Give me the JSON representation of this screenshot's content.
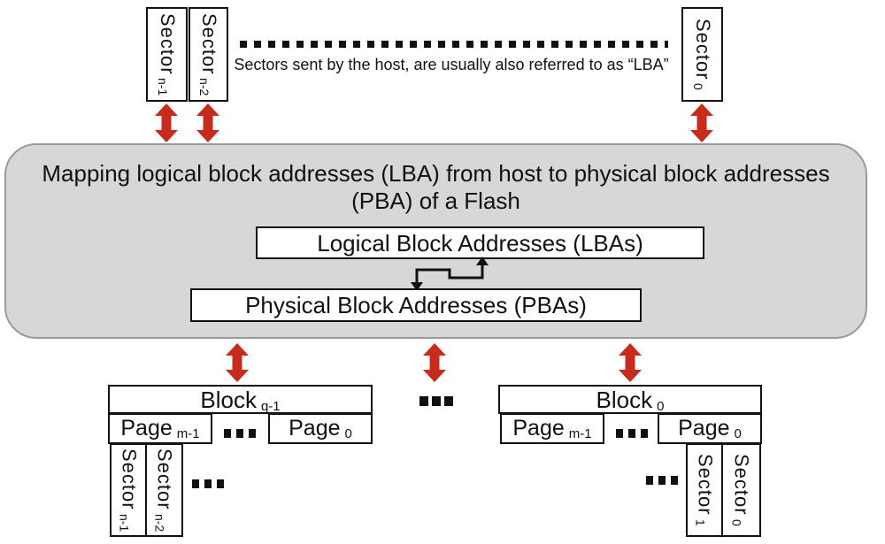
{
  "colors": {
    "red": "#c62b1c",
    "panel_fill": "#d7d7d7",
    "panel_border": "#9a9a9a",
    "ink": "#111111"
  },
  "host_row": {
    "sectors": [
      {
        "label": "Sector",
        "sub": "n-1"
      },
      {
        "label": "Sector",
        "sub": "n-2"
      },
      {
        "label": "Sector",
        "sub": "0"
      }
    ],
    "caption": "Sectors sent by the host, are usually also referred to as “LBA”"
  },
  "mapping_panel": {
    "title_line1": "Mapping logical block addresses (LBA) from host to physical block addresses",
    "title_line2": "(PBA) of a Flash",
    "lba_box": "Logical Block Addresses (LBAs)",
    "pba_box": "Physical Block Addresses (PBAs)"
  },
  "flash": {
    "blocks": [
      {
        "label": "Block",
        "sub": "q-1",
        "pages": [
          {
            "label": "Page",
            "sub": "m-1"
          },
          {
            "label": "Page",
            "sub": "0"
          }
        ],
        "sectors": [
          {
            "label": "Sector",
            "sub": "n-1"
          },
          {
            "label": "Sector",
            "sub": "n-2"
          }
        ]
      },
      {
        "label": "Block",
        "sub": "0",
        "pages": [
          {
            "label": "Page",
            "sub": "m-1"
          },
          {
            "label": "Page",
            "sub": "0"
          }
        ],
        "sectors": [
          {
            "label": "Sector",
            "sub": "1"
          },
          {
            "label": "Sector",
            "sub": "0"
          }
        ]
      }
    ]
  }
}
